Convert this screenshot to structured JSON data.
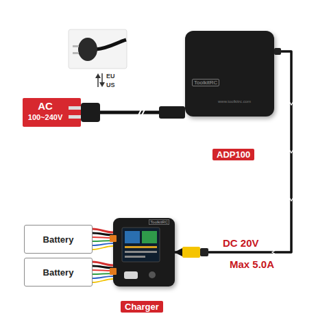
{
  "diagram": {
    "nodes": [
      {
        "text": [
          "AC",
          "100~240V"
        ]
      },
      {
        "text": [
          "ToolkitRC",
          "www.toolkitrc.com",
          "ADP100"
        ]
      },
      {
        "text": [
          "Battery"
        ]
      },
      {
        "text": [
          "Battery"
        ]
      },
      {
        "text": [
          "ToolkitRC",
          "Charger"
        ]
      }
    ],
    "edges": [
      {
        "from": 0,
        "to": 1,
        "arrow": "none"
      },
      {
        "from": 1,
        "to": 4,
        "label": "DC 20V",
        "arrow": "to"
      },
      {
        "from": 4,
        "to": 2,
        "arrow": "none"
      },
      {
        "from": 4,
        "to": 3,
        "arrow": "none"
      }
    ],
    "labels": [
      "EU",
      "US",
      "Max 5.0A"
    ]
  }
}
